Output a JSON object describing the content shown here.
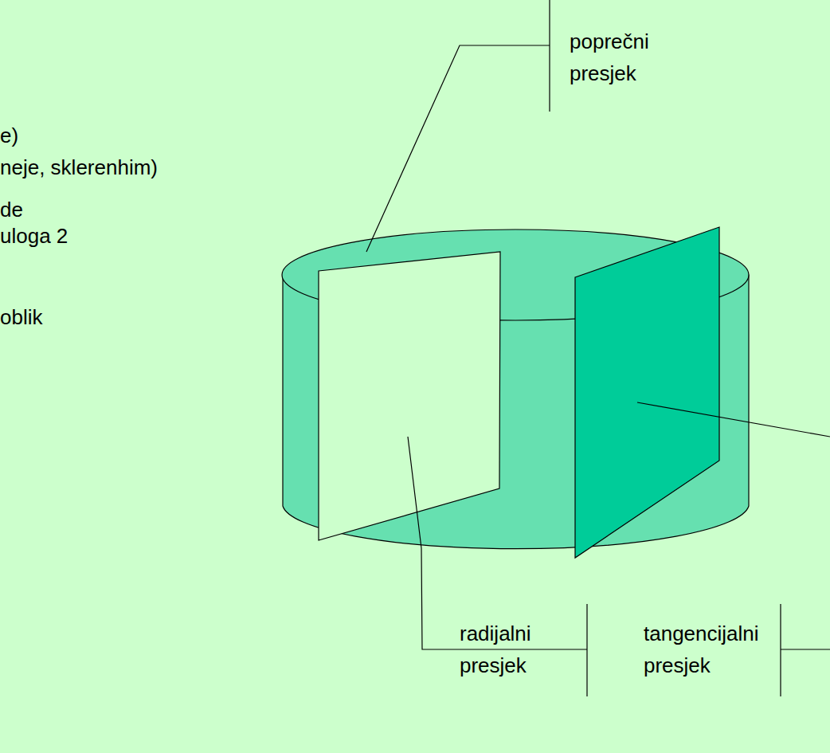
{
  "diagram": {
    "labels": [
      "e)",
      "neje, sklerenhim)",
      "de",
      "uloga 2",
      "oblik",
      "poprečni presjek",
      "radijalni presjek",
      "tangencijalni presjek"
    ]
  }
}
